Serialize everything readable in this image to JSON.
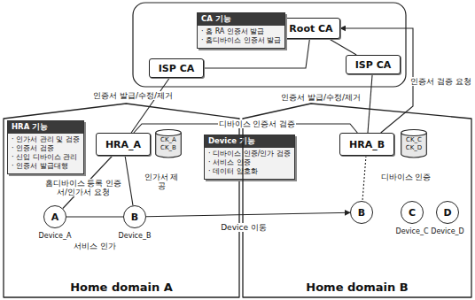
{
  "diagram": {
    "nodes": [
      {
        "text": [
          "Root CA"
        ]
      },
      {
        "text": [
          "CA 기능",
          "· 홈 RA 인증서 발급",
          "· 홈디바이스 인증서 발급"
        ]
      },
      {
        "text": [
          "ISP CA"
        ]
      },
      {
        "text": [
          "ISP CA"
        ]
      },
      {
        "text": [
          "Home domain A"
        ]
      },
      {
        "text": [
          "HRA 기능",
          "· 인가서 관리 및 검증",
          "· 인증서 검증",
          "· 신입 디바이스 관리",
          "· 인증서 발급대행"
        ],
        "in": 4
      },
      {
        "text": [
          "HRA_A"
        ],
        "in": 4
      },
      {
        "text": [
          "CK_A",
          "CK_B"
        ],
        "in": 4
      },
      {
        "text": [
          "A"
        ],
        "in": 4
      },
      {
        "text": [
          "B"
        ],
        "in": 4
      },
      {
        "text": [
          "Device 기능",
          "· 디바이스 인증/인가 검증",
          "· 서비스 인증",
          "· 데이터 암호화"
        ]
      },
      {
        "text": [
          "Home domain B"
        ]
      },
      {
        "text": [
          "HRA_B"
        ],
        "in": 11
      },
      {
        "text": [
          "CK_C",
          "CK_D"
        ],
        "in": 11
      },
      {
        "text": [
          "B"
        ],
        "in": 11
      },
      {
        "text": [
          "C"
        ],
        "in": 11
      },
      {
        "text": [
          "D"
        ],
        "in": 11
      }
    ],
    "edges": [
      {
        "from": 0,
        "to": 2,
        "arrow": "none"
      },
      {
        "from": 0,
        "to": 3,
        "arrow": "none"
      },
      {
        "from": 2,
        "to": 6,
        "label": "인증서 발급/수정/제거",
        "arrow": "none"
      },
      {
        "from": 3,
        "to": 12,
        "label": "인증서 발급/수정/제거",
        "arrow": "none"
      },
      {
        "from": 12,
        "to": 0,
        "label": "인증서 검증 요청",
        "arrow": "to"
      },
      {
        "from": 12,
        "to": 6,
        "label": "디바이스 인증서 검증",
        "arrow": "none"
      },
      {
        "from": 8,
        "to": 6,
        "label": "홈디바이스 등록 인증서/인가서 요청",
        "arrow": "none"
      },
      {
        "from": 6,
        "to": 9,
        "label": "인가서 제공",
        "arrow": "none"
      },
      {
        "from": 8,
        "to": 9,
        "label": "서비스 인가",
        "arrow": "none"
      },
      {
        "from": 9,
        "to": 14,
        "label": "Device 이동",
        "arrow": "to"
      },
      {
        "from": 12,
        "to": 14,
        "label": "디바이스 인증",
        "arrow": "none"
      }
    ],
    "labels": [
      "Device_A",
      "Device_B",
      "Device_C",
      "Device_D"
    ]
  }
}
